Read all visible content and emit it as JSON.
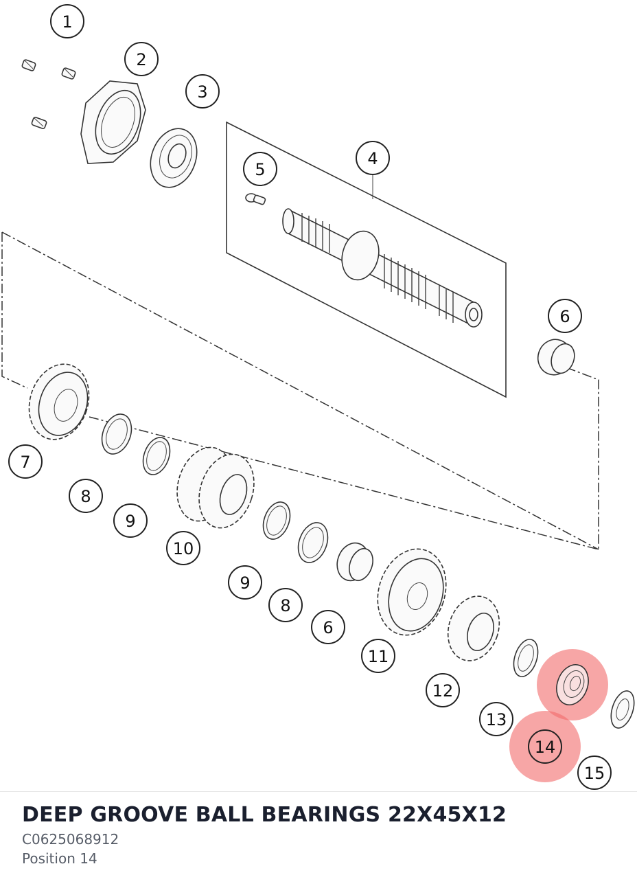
{
  "part": {
    "title": "DEEP GROOVE BALL BEARINGS 22X45X12",
    "code": "C0625068912",
    "position": "Position 14"
  },
  "highlight_color": "#f26b6b",
  "callouts": [
    "1",
    "2",
    "3",
    "4",
    "5",
    "6",
    "6",
    "7",
    "8",
    "8",
    "9",
    "9",
    "10",
    "11",
    "12",
    "13",
    "14",
    "15"
  ],
  "highlighted_callout": "14"
}
